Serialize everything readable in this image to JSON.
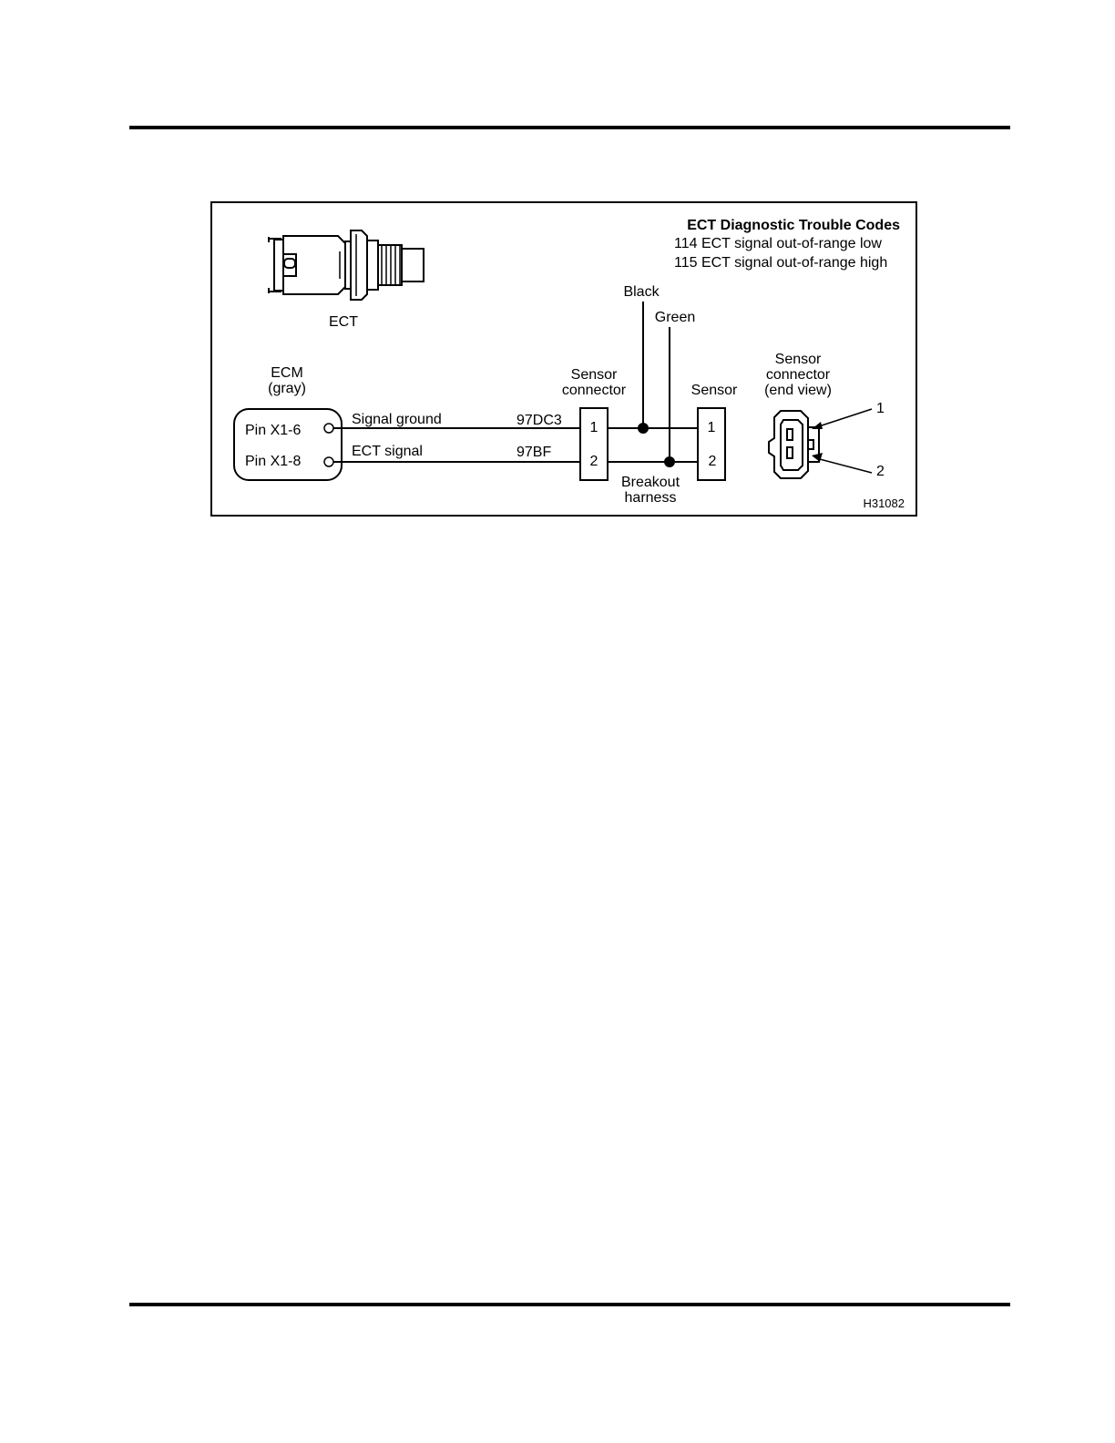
{
  "figure": {
    "dtc_title": "ECT Diagnostic Trouble Codes",
    "dtc_line_1": "114 ECT signal out-of-range low",
    "dtc_line_2": "115 ECT signal out-of-range high",
    "ect_label": "ECT",
    "ecm_label_line1": "ECM",
    "ecm_label_line2": "(gray)",
    "pin_1": "Pin X1-6",
    "pin_2": "Pin X1-8",
    "wire_1_name": "Signal ground",
    "wire_2_name": "ECT signal",
    "wire_1_code": "97DC3",
    "wire_2_code": "97BF",
    "sensor_connector_line1": "Sensor",
    "sensor_connector_line2": "connector",
    "connector_pin_1": "1",
    "connector_pin_2": "2",
    "sensor_label": "Sensor",
    "sensor_pin_1": "1",
    "sensor_pin_2": "2",
    "black_label": "Black",
    "green_label": "Green",
    "breakout_line1": "Breakout",
    "breakout_line2": "harness",
    "end_view_line1": "Sensor",
    "end_view_line2": "connector",
    "end_view_line3": "(end view)",
    "end_view_pin_1": "1",
    "end_view_pin_2": "2",
    "figure_id": "H31082"
  }
}
